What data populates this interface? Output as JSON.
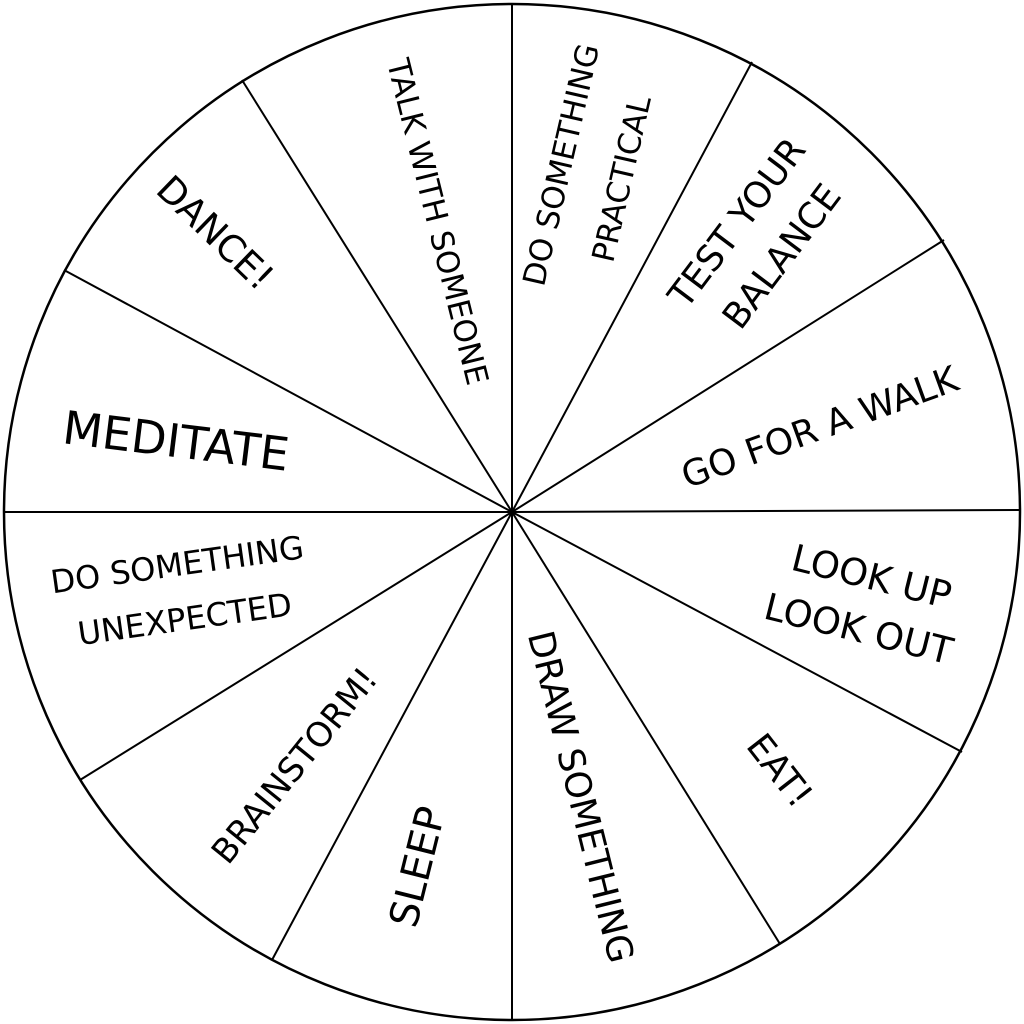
{
  "wheel": {
    "stroke_color": "#000000",
    "fill_color": "#ffffff",
    "sectors": [
      {
        "id": "talk-with-someone",
        "lines": [
          "TALK WITH SOMEONE"
        ]
      },
      {
        "id": "do-something-practical",
        "lines": [
          "DO SOMETHING",
          "PRACTICAL"
        ]
      },
      {
        "id": "test-your-balance",
        "lines": [
          "TEST YOUR",
          "BALANCE"
        ]
      },
      {
        "id": "go-for-a-walk",
        "lines": [
          "GO FOR A WALK"
        ]
      },
      {
        "id": "look-up-look-out",
        "lines": [
          "LOOK UP",
          "LOOK OUT"
        ]
      },
      {
        "id": "eat",
        "lines": [
          "EAT!"
        ]
      },
      {
        "id": "draw-something",
        "lines": [
          "DRAW SOMETHING"
        ]
      },
      {
        "id": "sleep",
        "lines": [
          "SLEEP"
        ]
      },
      {
        "id": "brainstorm",
        "lines": [
          "BRAINSTORM!"
        ]
      },
      {
        "id": "do-something-unexpected",
        "lines": [
          "DO SOMETHING",
          "UNEXPECTED"
        ]
      },
      {
        "id": "meditate",
        "lines": [
          "MEDITATE"
        ]
      },
      {
        "id": "dance",
        "lines": [
          "DANCE!"
        ]
      }
    ]
  }
}
